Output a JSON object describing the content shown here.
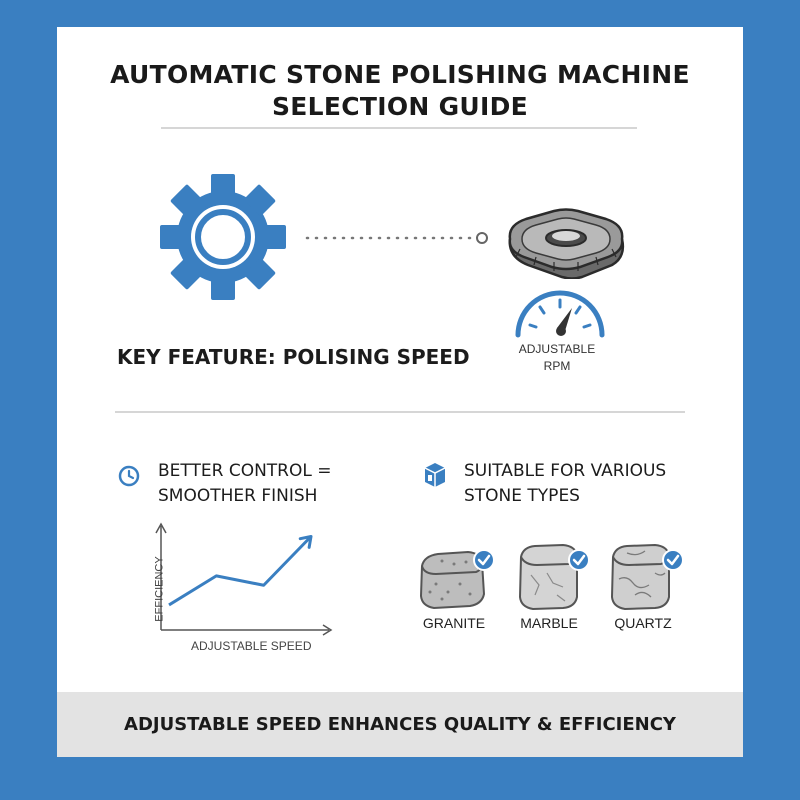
{
  "title_line1": "AUTOMATIC STONE POLISHING MACHINE",
  "title_line2": "SELECTION GUIDE",
  "key_feature": "KEY FEATURE: POLISING SPEED",
  "rpm_label_line1": "ADJUSTABLE",
  "rpm_label_line2": "RPM",
  "control_line1": "BETTER CONTROL =",
  "control_line2": "SMOOTHER FINISH",
  "stone_line1": "SUITABLE FOR VARIOUS",
  "stone_line2": "STONE TYPES",
  "chart_data": {
    "type": "line",
    "xlabel": "ADJUSTABLE SPEED",
    "ylabel": "EFFICIENCY",
    "x": [
      1,
      2,
      3,
      4
    ],
    "values": [
      1.5,
      4.6,
      3.6,
      8.8
    ]
  },
  "stones": [
    {
      "name": "GRANITE"
    },
    {
      "name": "MARBLE"
    },
    {
      "name": "QUARTZ"
    }
  ],
  "footer": "ADJUSTABLE SPEED ENHANCES QUALITY & EFFICIENCY",
  "colors": {
    "accent": "#3a7fc1",
    "background": "#3a7fc1",
    "text": "#1a1a1a",
    "footer_bg": "#e3e3e3"
  },
  "icons": [
    "gear-icon",
    "polishing-pad-icon",
    "speedometer-icon",
    "clock-icon",
    "cube-icon",
    "check-icon"
  ]
}
